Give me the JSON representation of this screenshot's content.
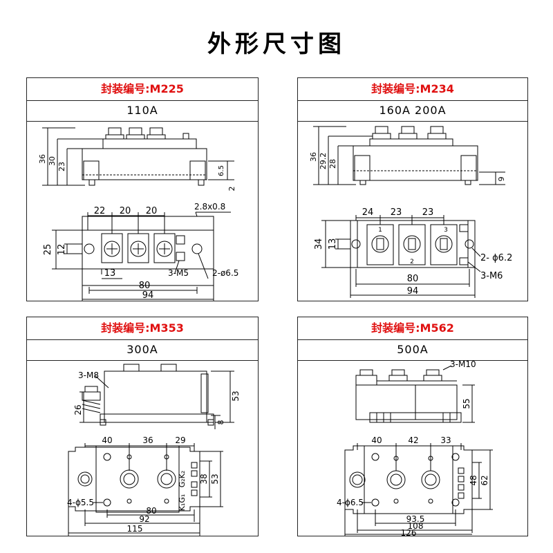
{
  "title": "外形尺寸图",
  "panels": [
    {
      "package_label": "封装编号:M225",
      "current": "110A",
      "dims": {
        "h36": "36",
        "h30": "30",
        "h23": "23",
        "h6_5": "6.5",
        "h2": "2",
        "d22": "22",
        "d20a": "20",
        "d20b": "20",
        "terminal": "2.8x0.8",
        "v25": "25",
        "v12": "12",
        "d13": "13",
        "screw": "3-M5",
        "hole": "2-ø6.5",
        "d80": "80",
        "d94": "94"
      }
    },
    {
      "package_label": "封装编号:M234",
      "current": "160A 200A",
      "dims": {
        "h36": "36",
        "h29_2": "29.2",
        "h28": "28",
        "h9": "9",
        "d24": "24",
        "d23a": "23",
        "d23b": "23",
        "v34": "34",
        "v13": "13",
        "hole": "2- ϕ6.2",
        "screw": "3-M6",
        "d80": "80",
        "d94": "94",
        "pin1": "1",
        "pin2": "2",
        "pin3": "3"
      }
    },
    {
      "package_label": "封装编号:M353",
      "current": "300A",
      "dims": {
        "screw": "3-M8",
        "h26": "26",
        "h53": "53",
        "h8": "8",
        "d40": "40",
        "d36": "36",
        "d29": "29",
        "v38": "38",
        "v53": "53",
        "hole": "4-ϕ5.5",
        "d80": "80",
        "d92": "92",
        "d115": "115",
        "g2k2": "G₂K₂",
        "k1g1": "K₁G₁"
      }
    },
    {
      "package_label": "封装编号:M562",
      "current": "500A",
      "dims": {
        "screw": "3-M10",
        "h55": "55",
        "d40": "40",
        "d42": "42",
        "d33": "33",
        "v48": "48",
        "v62": "62",
        "hole": "4-ϕ6.5",
        "d93_5": "93.5",
        "d108": "108",
        "d126": "126"
      }
    }
  ]
}
